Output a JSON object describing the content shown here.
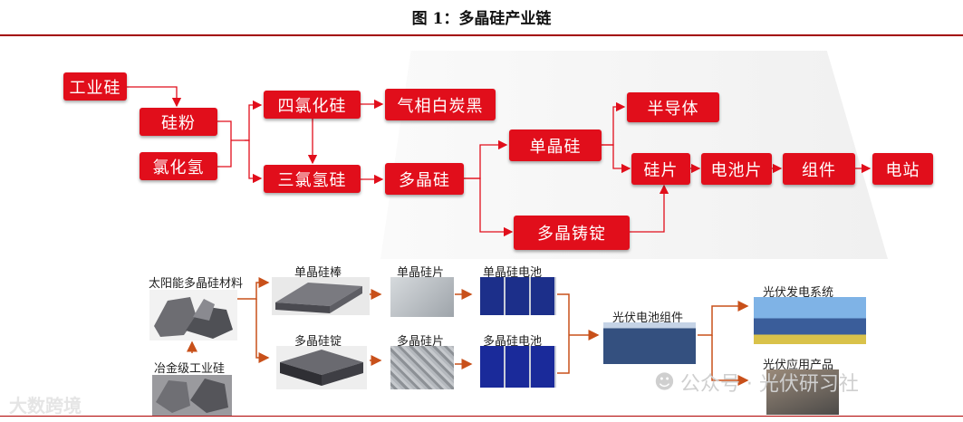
{
  "title": "图 1：多晶硅产业链",
  "flow": {
    "gongyegui": "工业硅",
    "guifen": "硅粉",
    "lvhuaqing": "氯化氢",
    "silvhuagui": "四氯化硅",
    "sanlvqinggui": "三氯氢硅",
    "qixiang": "气相白炭黑",
    "duojinggui": "多晶硅",
    "danjinggui": "单晶硅",
    "duojingzhuding": "多晶铸锭",
    "bandaoti": "半导体",
    "guipian": "硅片",
    "dianchipian": "电池片",
    "zujian": "组件",
    "dianzhan": "电站"
  },
  "illustration": {
    "raw": "太阳能多晶硅材料",
    "metal": "冶金级工业硅",
    "mono_rod": "单晶硅棒",
    "mono_wafer": "单晶硅片",
    "mono_cell": "单晶硅电池",
    "poly_ingot": "多晶硅锭",
    "poly_wafer": "多晶硅片",
    "poly_cell": "多晶硅电池",
    "module": "光伏电池组件",
    "plant": "光伏发电系统",
    "product": "光伏应用产品"
  },
  "watermark_left": "大数跨境",
  "watermark_right": "公众号 · 光伏研习社",
  "colors": {
    "box": "#e10e1b",
    "arrow": "#e10e1b",
    "rule": "#a30000"
  }
}
